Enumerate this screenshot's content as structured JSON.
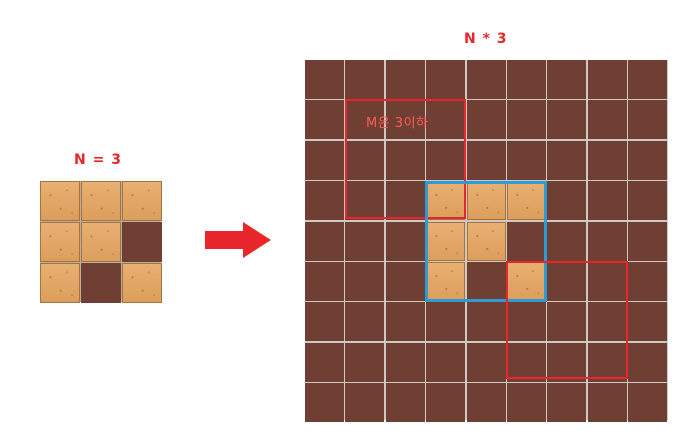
{
  "small_label": "N = 3",
  "big_label": "N * 3",
  "box_label": "M은 3이하",
  "colors": {
    "tan": "#e3a866",
    "brown": "#6e3f32",
    "red": "#e8262b",
    "blue": "#2f9bd6"
  },
  "small_pattern": [
    [
      1,
      1,
      1
    ],
    [
      1,
      1,
      0
    ],
    [
      1,
      0,
      1
    ]
  ],
  "big_grid_size": 9,
  "big_highlight_cells": [
    [
      3,
      3
    ],
    [
      3,
      4
    ],
    [
      3,
      5
    ],
    [
      4,
      3
    ],
    [
      4,
      4
    ],
    [
      5,
      3
    ],
    [
      5,
      5
    ]
  ]
}
